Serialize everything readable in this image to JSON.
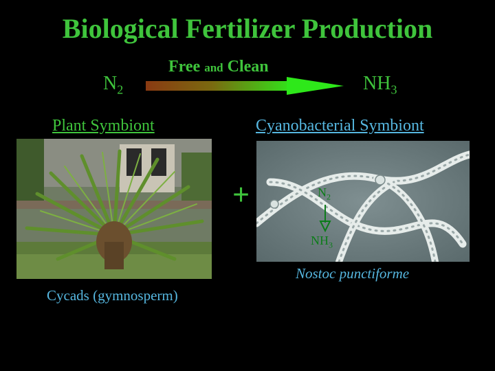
{
  "title": "Biological Fertilizer Production",
  "reaction": {
    "reactant_base": "N",
    "reactant_sub": "2",
    "arrow_word1": "Free",
    "arrow_word2": "and",
    "arrow_word3": "Clean",
    "product_base": "NH",
    "product_sub": "3"
  },
  "plant": {
    "heading": "Plant Symbiont",
    "caption": "Cycads (gymnosperm)"
  },
  "plus": "+",
  "cyano": {
    "heading": "Cyanobacterial Symbiont",
    "inner_reactant_base": "N",
    "inner_reactant_sub": "2",
    "inner_product_base": "NH",
    "inner_product_sub": "3",
    "species": "Nostoc punctiforme"
  },
  "colors": {
    "title_green": "#3fc43c",
    "heading_blue": "#56b7e0",
    "inner_label_green": "#0d7c1a",
    "arrow_start": "#8a3a12",
    "arrow_end": "#2ee81a"
  }
}
